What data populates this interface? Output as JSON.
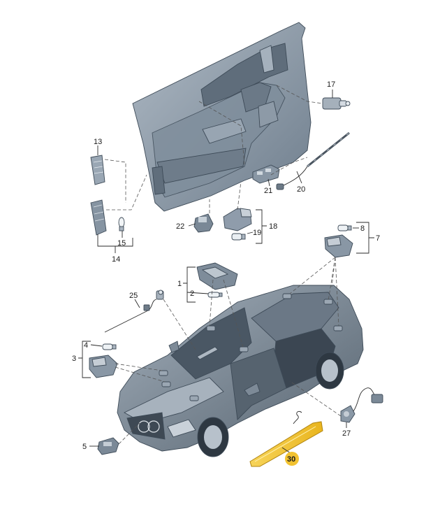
{
  "callouts": [
    {
      "id": "c1",
      "text": "1"
    },
    {
      "id": "c2",
      "text": "2"
    },
    {
      "id": "c3",
      "text": "3"
    },
    {
      "id": "c4",
      "text": "4"
    },
    {
      "id": "c5",
      "text": "5"
    },
    {
      "id": "c7",
      "text": "7"
    },
    {
      "id": "c8",
      "text": "8"
    },
    {
      "id": "c13",
      "text": "13"
    },
    {
      "id": "c14",
      "text": "14"
    },
    {
      "id": "c15",
      "text": "15"
    },
    {
      "id": "c17",
      "text": "17"
    },
    {
      "id": "c18",
      "text": "18"
    },
    {
      "id": "c19",
      "text": "19"
    },
    {
      "id": "c20",
      "text": "20"
    },
    {
      "id": "c21",
      "text": "21"
    },
    {
      "id": "c22",
      "text": "22"
    },
    {
      "id": "c25",
      "text": "25"
    },
    {
      "id": "c27",
      "text": "27"
    },
    {
      "id": "c30",
      "text": "30"
    }
  ],
  "highlight": {
    "callout": "30",
    "color": "#f2c230"
  },
  "colors": {
    "part": "#8a99a8",
    "part_dark": "#5d6c7b",
    "part_light": "#c3ccd5",
    "line": "#2a2a2a"
  }
}
